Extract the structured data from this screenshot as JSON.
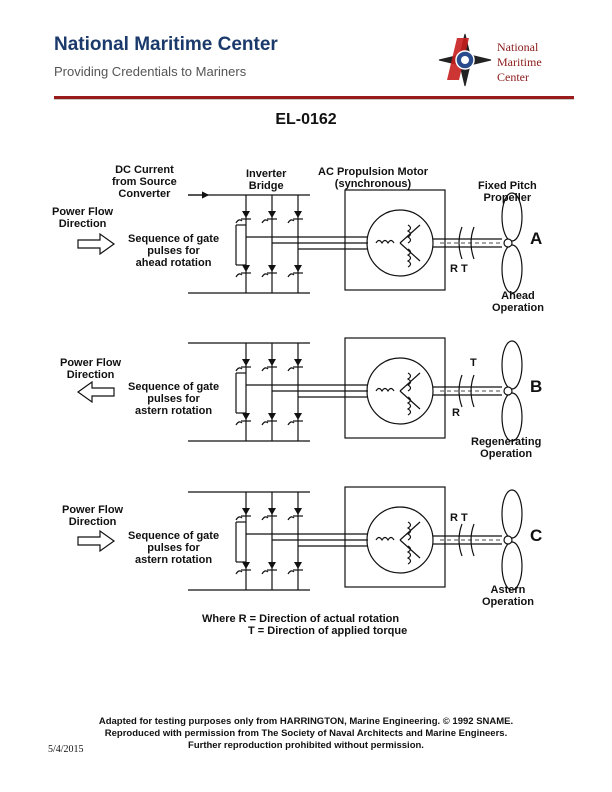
{
  "header": {
    "org_name": "National Maritime Center",
    "tagline": "Providing Credentials to Mariners",
    "logo_text": [
      "National",
      "Maritime",
      "Center"
    ]
  },
  "document_id": "EL-0162",
  "diagram": {
    "dc_current_label": [
      "DC Current",
      "from Source",
      "Converter"
    ],
    "inverter_label": [
      "Inverter",
      "Bridge"
    ],
    "motor_label": [
      "AC Propulsion Motor",
      "(synchronous)"
    ],
    "propeller_label": [
      "Fixed Pitch",
      "Propeller"
    ],
    "panels": [
      {
        "letter": "A",
        "power_flow": [
          "Power Flow",
          "Direction"
        ],
        "gate_text": [
          "Sequence of gate",
          "pulses for",
          "ahead rotation"
        ],
        "rt_label": "R T",
        "operation": [
          "Ahead",
          "Operation"
        ]
      },
      {
        "letter": "B",
        "power_flow": [
          "Power Flow",
          "Direction"
        ],
        "gate_text": [
          "Sequence of gate",
          "pulses for",
          "astern rotation"
        ],
        "t_label": "T",
        "r_label": "R",
        "operation": [
          "Regenerating",
          "Operation"
        ]
      },
      {
        "letter": "C",
        "power_flow": [
          "Power Flow",
          "Direction"
        ],
        "gate_text": [
          "Sequence of gate",
          "pulses for",
          "astern rotation"
        ],
        "rt_label": "R T",
        "operation": [
          "Astern",
          "Operation"
        ]
      }
    ],
    "legend": [
      "Where R = Direction of actual rotation",
      "T = Direction of applied torque"
    ]
  },
  "footer": [
    "Adapted for testing purposes only from HARRINGTON, Marine Engineering. © 1992 SNAME.",
    "Reproduced with permission from The Society of Naval Architects and Marine Engineers.",
    "Further reproduction prohibited without permission."
  ],
  "date": "5/4/2015"
}
